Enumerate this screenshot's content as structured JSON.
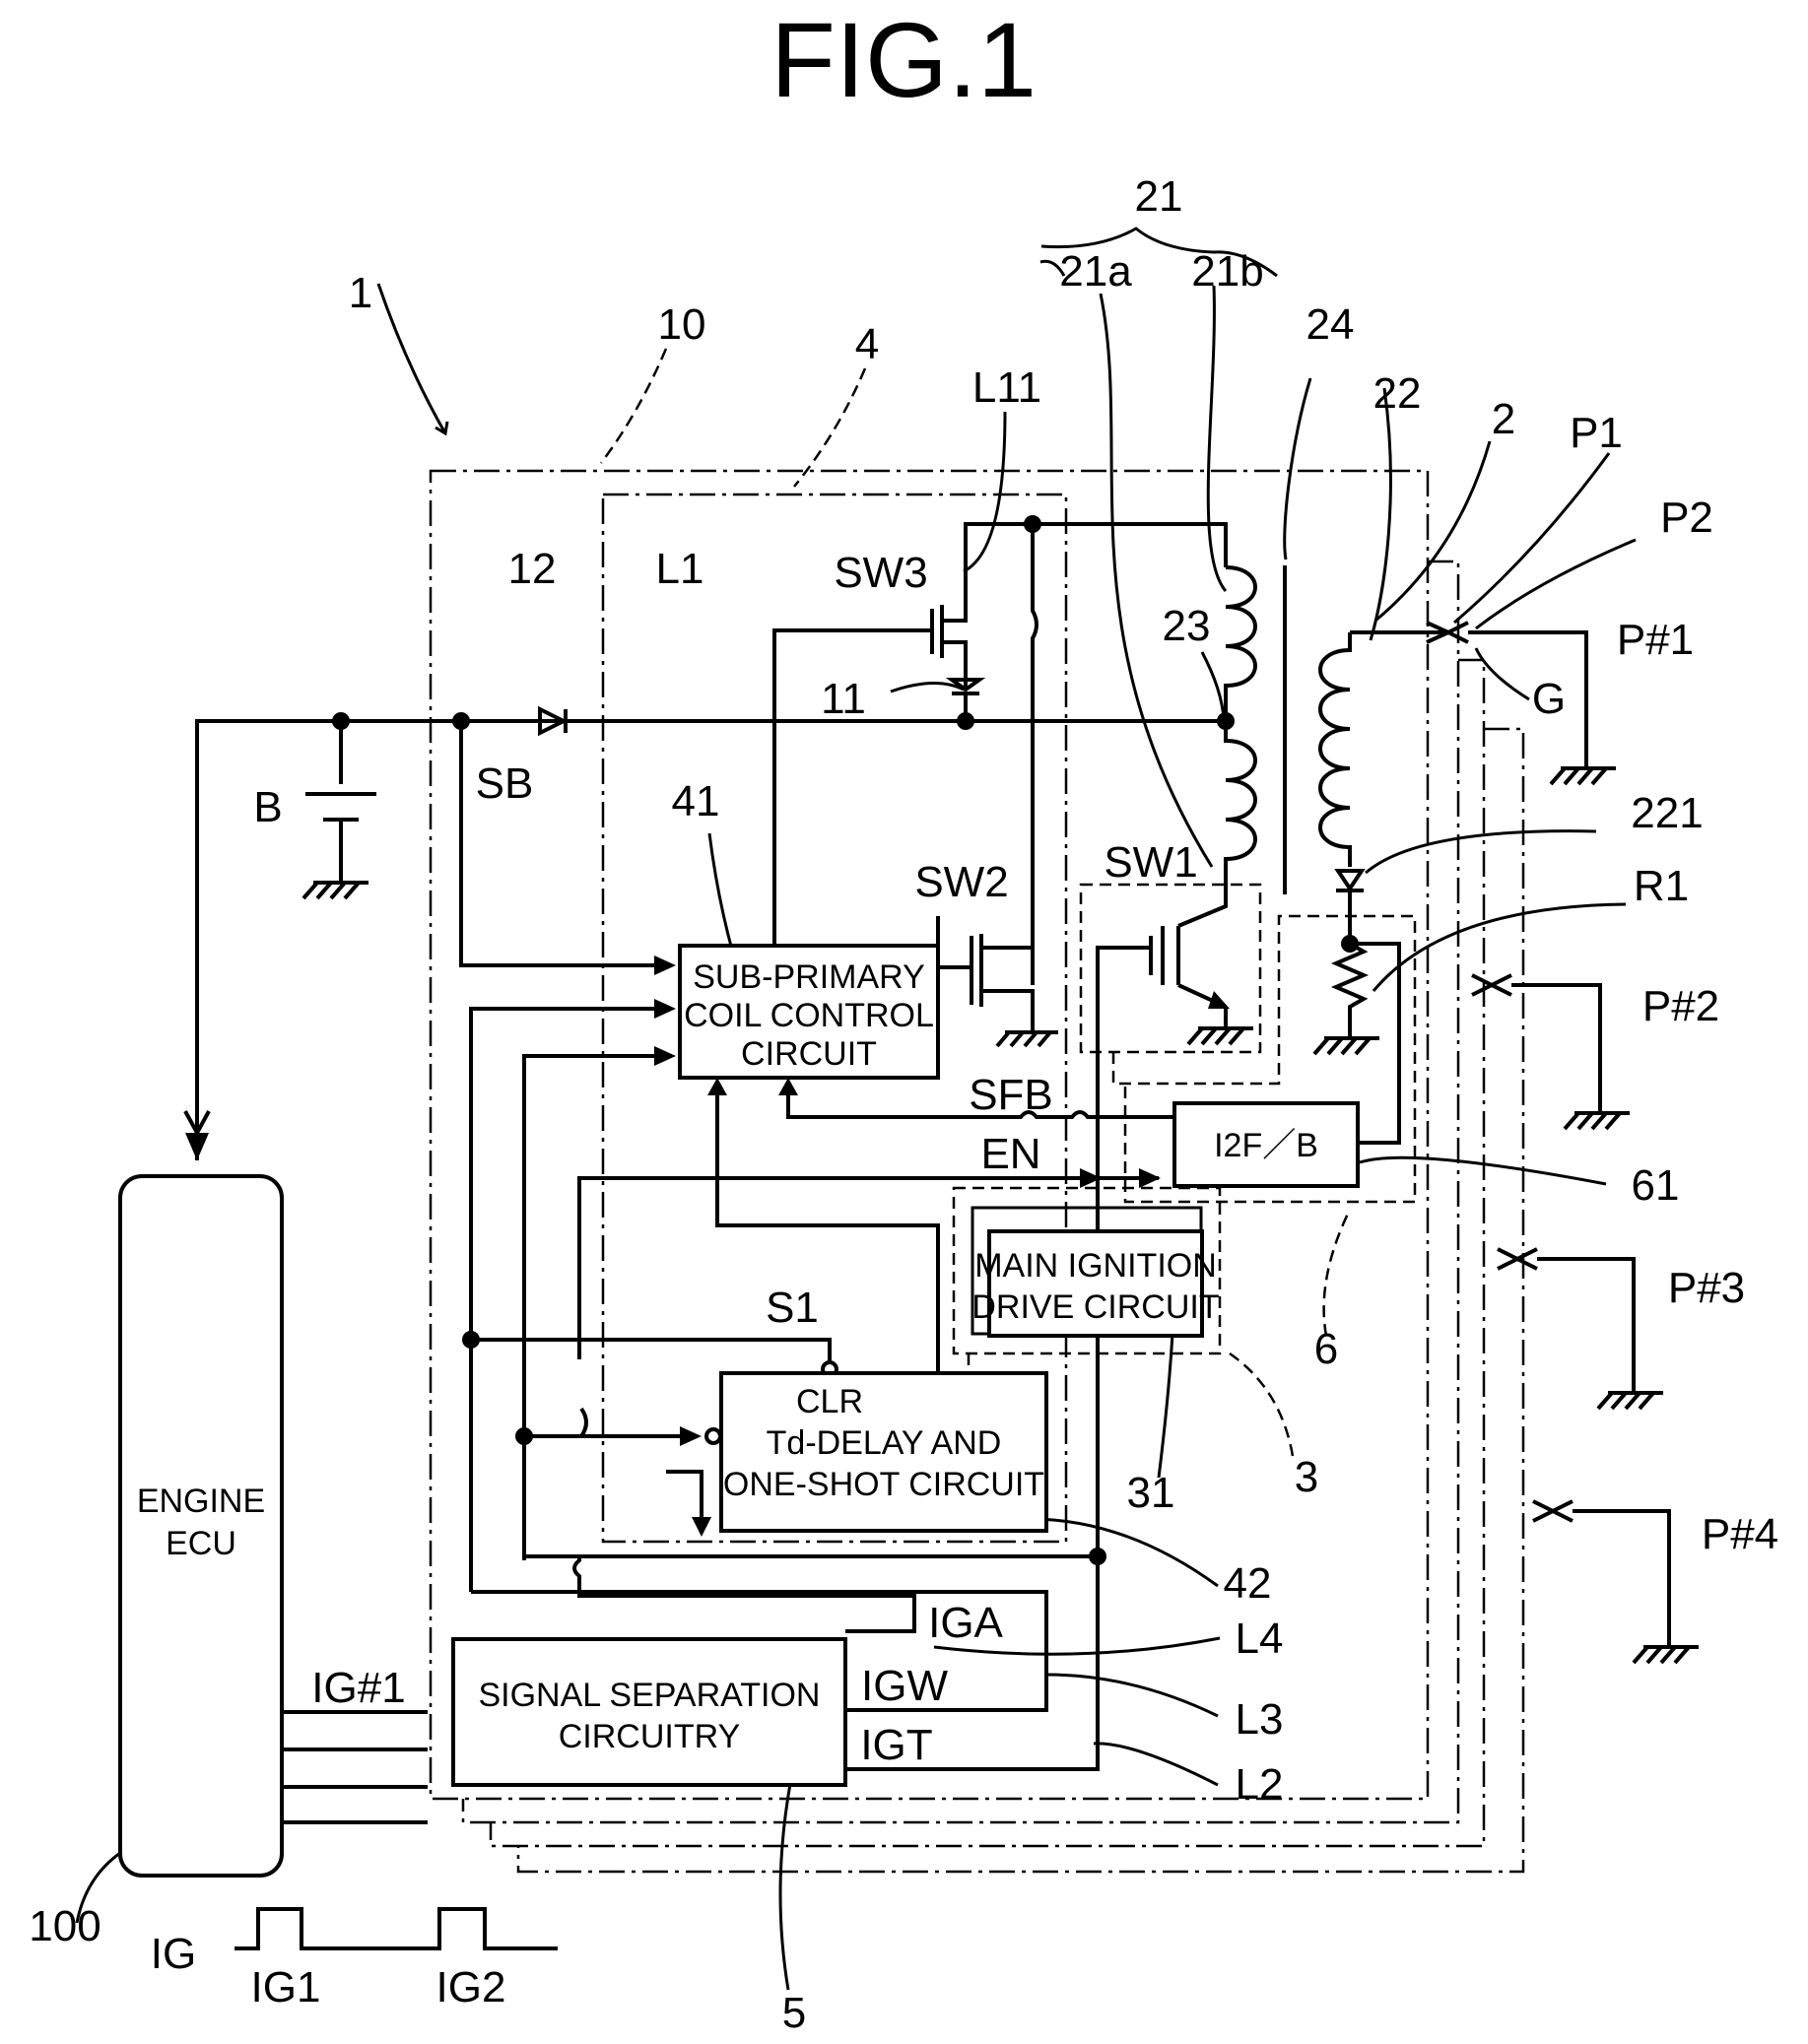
{
  "figure": {
    "title": "FIG.1"
  },
  "refs": {
    "r1": "1",
    "r10": "10",
    "r4": "4",
    "r21": "21",
    "r21a": "21a",
    "r21b": "21b",
    "r24": "24",
    "r22": "22",
    "r2": "2",
    "p1": "P1",
    "p2": "P2",
    "l11": "L11",
    "r12": "12",
    "l1": "L1",
    "sw3": "SW3",
    "r23": "23",
    "r11": "11",
    "g": "G",
    "pn1": "P#1",
    "b": "B",
    "sb": "SB",
    "r41": "41",
    "r221": "221",
    "sw2": "SW2",
    "sw1": "SW1",
    "rr1": "R1",
    "pn2": "P#2",
    "sfb": "SFB",
    "en": "EN",
    "r61": "61",
    "r6": "6",
    "pn3": "P#3",
    "s1": "S1",
    "clr": "CLR",
    "r31": "31",
    "r3": "3",
    "pn4": "P#4",
    "r42": "42",
    "iga": "IGA",
    "l4": "L4",
    "ign1": "IG#1",
    "igw": "IGW",
    "l3": "L3",
    "igt": "IGT",
    "l2": "L2",
    "r100": "100",
    "r5": "5",
    "ig": "IG",
    "ig1": "IG1",
    "ig2": "IG2"
  },
  "blocks": {
    "engine_ecu": [
      "ENGINE",
      "ECU"
    ],
    "sub_primary": [
      "SUB-PRIMARY",
      "COIL CONTROL",
      "CIRCUIT"
    ],
    "i2f": "I2F／B",
    "main_ignition": [
      "MAIN IGNITION",
      "DRIVE CIRCUIT"
    ],
    "td_delay": [
      "Td-DELAY AND",
      "ONE-SHOT CIRCUIT"
    ],
    "signal_sep": [
      "SIGNAL SEPARATION",
      "CIRCUITRY"
    ]
  }
}
